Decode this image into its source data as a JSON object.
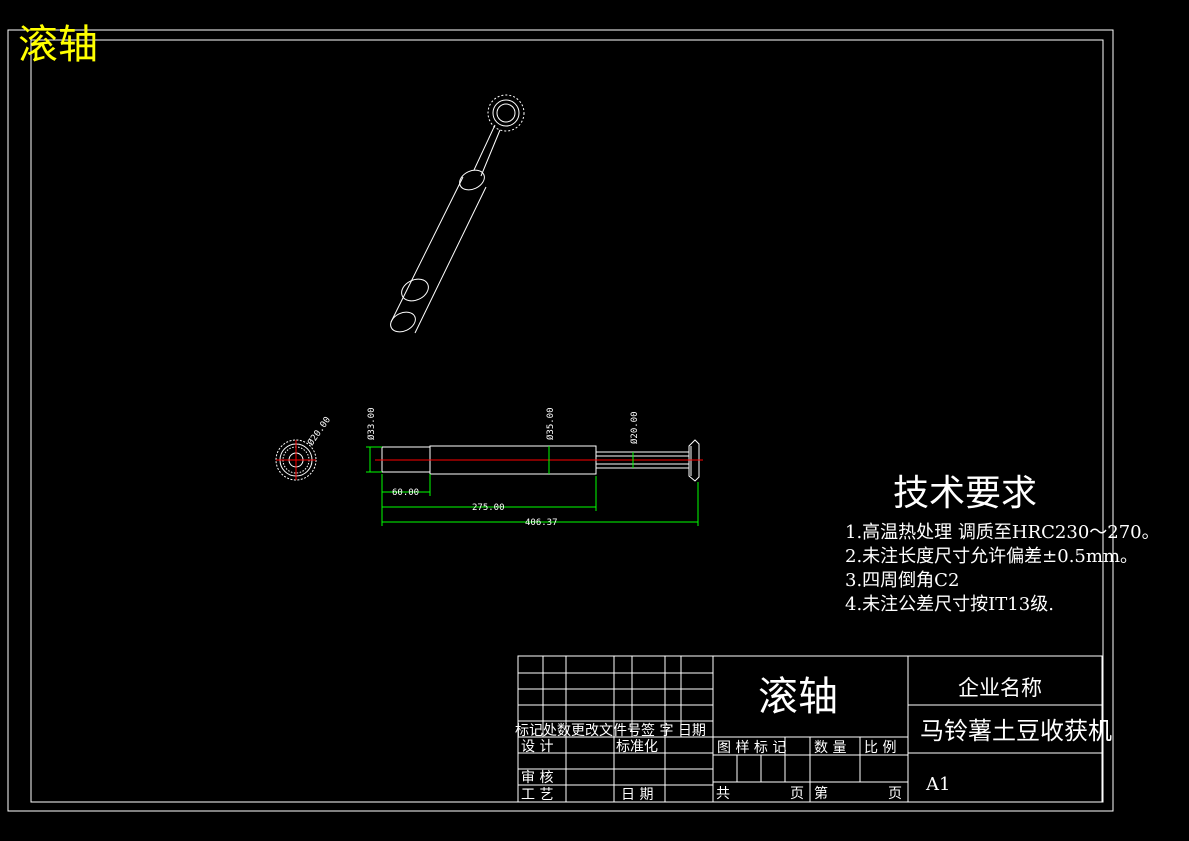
{
  "corner_title": "滚轴",
  "drawing_title": "滚轴",
  "dimensions": {
    "dia_33": "Ø33.00",
    "dia_35": "Ø35.00",
    "dia_20_shaft": "Ø20.00",
    "dia_20_gear": "Ø20.00",
    "len_60": "60.00",
    "len_275": "275.00",
    "len_406": "406.37"
  },
  "tech_req": {
    "heading": "技术要求",
    "items": [
      "1.高温热处理 调质至HRC230～270。",
      "2.未注长度尺寸允许偏差±0.5mm。",
      "3.四周倒角C2",
      "4.未注公差尺寸按IT13级."
    ]
  },
  "title_block": {
    "revision_header": "标记处数更改文件号签 字 日期",
    "design": "设 计",
    "standardization": "标准化",
    "review": "审 核",
    "process": "工 艺",
    "date": "日 期",
    "figure_mark": "图 样 标 记",
    "quantity": "数 量",
    "scale": "比 例",
    "total": "共",
    "page1": "页",
    "sheet": "第",
    "page2": "页",
    "company": "企业名称",
    "project": "马铃薯土豆收获机",
    "sheet_size": "A1"
  },
  "colors": {
    "background": "#000000",
    "line": "#ffffff",
    "corner_title": "#ffff00",
    "dimension": "#00ff00",
    "centerline": "#ff0000"
  }
}
